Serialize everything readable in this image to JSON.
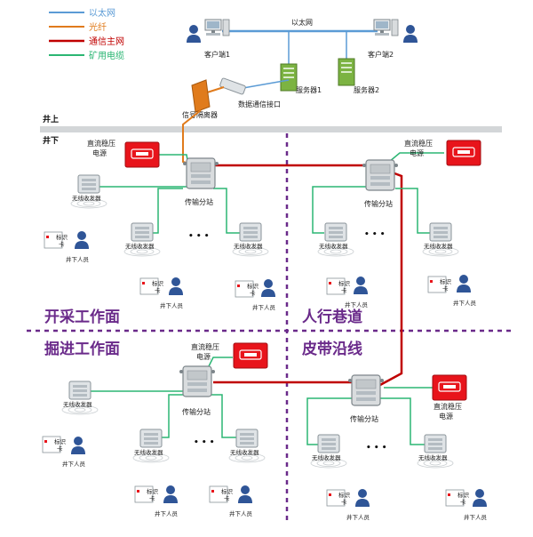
{
  "legend": [
    {
      "label": "以太网",
      "color": "#5b9bd5"
    },
    {
      "label": "光纤",
      "color": "#e07b1c"
    },
    {
      "label": "通信主网",
      "color": "#c00000"
    },
    {
      "label": "矿用电缆",
      "color": "#2bb673"
    }
  ],
  "surface": {
    "ethernet_label": "以太网",
    "client1": "客户端1",
    "client2": "客户端2",
    "server1": "服务器1",
    "server2": "服务器2",
    "data_interface": "数据通信接口",
    "isolator": "信号隔离器"
  },
  "levels": {
    "above": "井上",
    "below": "井下"
  },
  "zones": {
    "top_left": "开采工作面",
    "top_right": "人行巷道",
    "bottom_left": "掘进工作面",
    "bottom_right": "皮带沿线"
  },
  "devices": {
    "power_supply_line1": "直流稳压",
    "power_supply_line2": "电源",
    "substation": "传输分站",
    "transceiver": "无线收发器",
    "id_card_line1": "标识",
    "id_card_line2": "卡",
    "person": "井下人员",
    "dots": "• • •"
  },
  "colors": {
    "ethernet": "#5b9bd5",
    "fiber": "#e07b1c",
    "main_net": "#c00000",
    "cable": "#2bb673",
    "zone_divider": "#6a2a8a",
    "power_red": "#e8141b",
    "person_blue": "#2f5597"
  }
}
